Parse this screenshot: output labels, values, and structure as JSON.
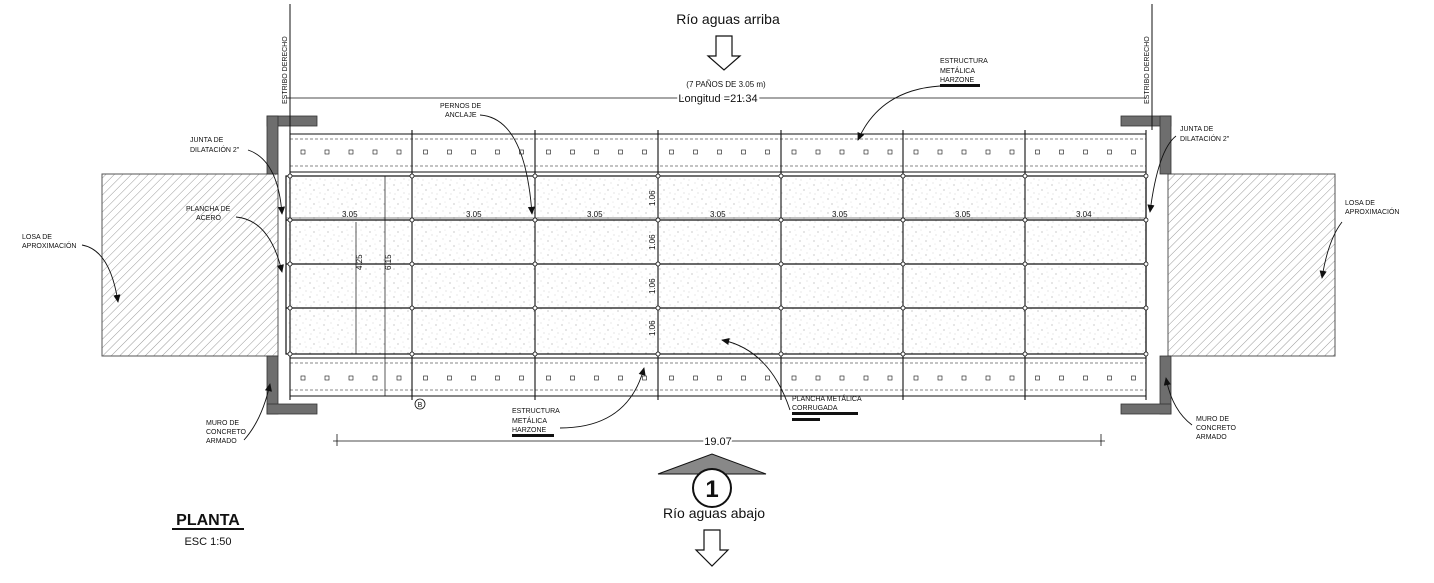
{
  "labels": {
    "upstream": "Río aguas arriba",
    "downstream": "Río aguas abajo",
    "panels_note": "(7 PAÑOS DE 3.05 m)",
    "length": "Longitud  =21.34",
    "bottom_dim": "19.07",
    "section_number": "1",
    "title": "PLANTA",
    "scale": "ESC  1:50",
    "grid_mark": "B",
    "estribo_left": "ESTRIBO  DERECHO",
    "estribo_right": "ESTRIBO  DERECHO",
    "estructura_top": [
      "ESTRUCTURA",
      "METÁLICA",
      "HARZONE"
    ],
    "pernos": [
      "PERNOS DE",
      "ANCLAJE"
    ],
    "junta_left": [
      "JUNTA DE",
      "DILATACIÓN 2\""
    ],
    "junta_right": [
      "JUNTA DE",
      "DILATACIÓN 2\""
    ],
    "plancha_acero": [
      "PLANCHA DE",
      "ACERO"
    ],
    "losa_left": [
      "LOSA DE",
      "APROXIMACIÓN"
    ],
    "losa_right": [
      "LOSA DE",
      "APROXIMACIÓN"
    ],
    "muro_left": [
      "MURO DE",
      "CONCRETO",
      "ARMADO"
    ],
    "muro_right": [
      "MURO DE",
      "CONCRETO",
      "ARMADO"
    ],
    "estructura_bottom": [
      "ESTRUCTURA",
      "METÁLICA",
      "HARZONE"
    ],
    "plancha_corrugada": [
      "PLANCHA METÁLICA",
      "CORRUGADA"
    ]
  },
  "panel_dims": [
    "3.05",
    "3.05",
    "3.05",
    "3.05",
    "3.05",
    "3.05",
    "3.04"
  ],
  "vertical_dims": [
    "1.06",
    "1.06",
    "1.06",
    "1.06"
  ],
  "width_dims": [
    "4.25",
    "6.15"
  ],
  "colors": {
    "line": "#111111",
    "note": "#2e9e3e",
    "hatch": "#888888",
    "wall": "#666666"
  }
}
